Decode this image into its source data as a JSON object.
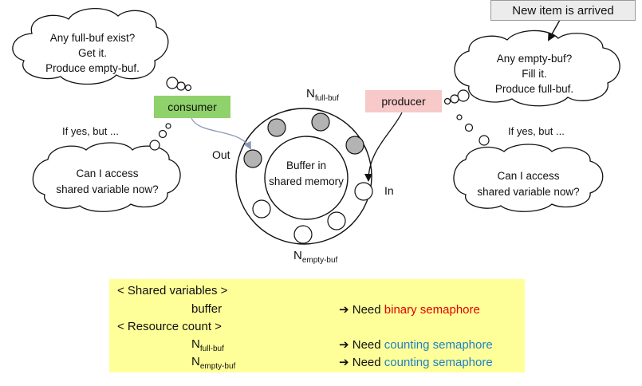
{
  "top_note": "New item is arrived",
  "consumer": {
    "label": "consumer",
    "bubble_top": [
      "Any full-buf exist?",
      "Get it.",
      "Produce empty-buf."
    ],
    "if_yes": "If yes, but ...",
    "bubble_bottom": [
      "Can I access",
      "shared variable now?"
    ]
  },
  "producer": {
    "label": "producer",
    "bubble_top": [
      "Any empty-buf?",
      "Fill it.",
      "Produce full-buf."
    ],
    "if_yes": "If yes, but ...",
    "bubble_bottom": [
      "Can I access",
      "shared variable now?"
    ]
  },
  "buffer": {
    "center_lines": [
      "Buffer in",
      "shared memory"
    ],
    "out_label": "Out",
    "in_label": "In",
    "n_full": {
      "base": "N",
      "sub": "full-buf"
    },
    "n_empty": {
      "base": "N",
      "sub": "empty-buf"
    },
    "full_slots": 4,
    "empty_slots": 4
  },
  "summary": {
    "shared_header": "< Shared variables >",
    "buffer_name": "buffer",
    "buffer_need": "Need",
    "buffer_sem": "binary semaphore",
    "resource_header": "< Resource count >",
    "n_full": {
      "base": "N",
      "sub": "full-buf"
    },
    "n_empty": {
      "base": "N",
      "sub": "empty-buf"
    },
    "need": "Need",
    "counting_sem": "counting semaphore"
  },
  "colors": {
    "consumer_box": "#8fd16a",
    "producer_box": "#f7c9c9",
    "summary_box": "#ffff99",
    "binary_text": "#e00000",
    "counting_text": "#1e7fc6",
    "full_slot": "#b3b3b3"
  }
}
